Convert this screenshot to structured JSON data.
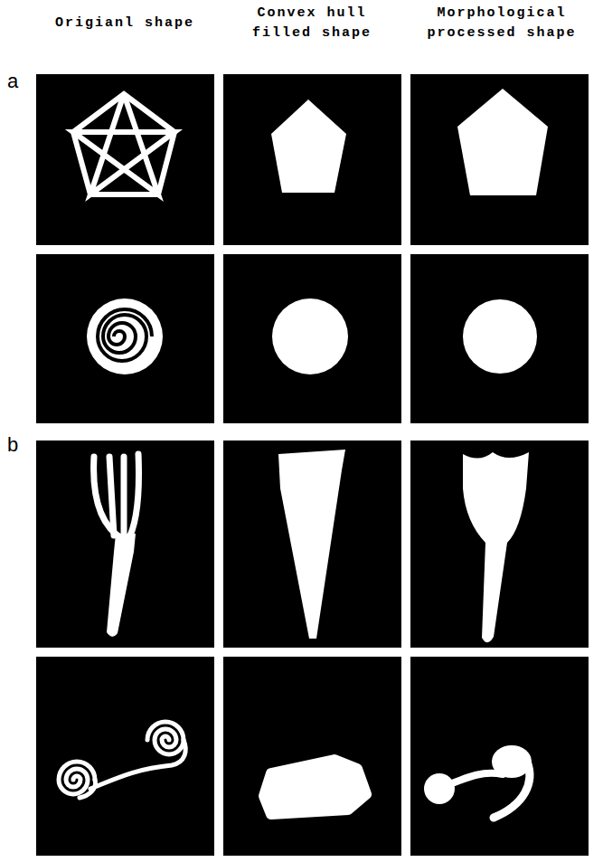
{
  "diagram": {
    "labels": [
      "Origianl shape",
      "Convex hull filled shape",
      "Morphological processed shape",
      "a",
      "b"
    ]
  }
}
